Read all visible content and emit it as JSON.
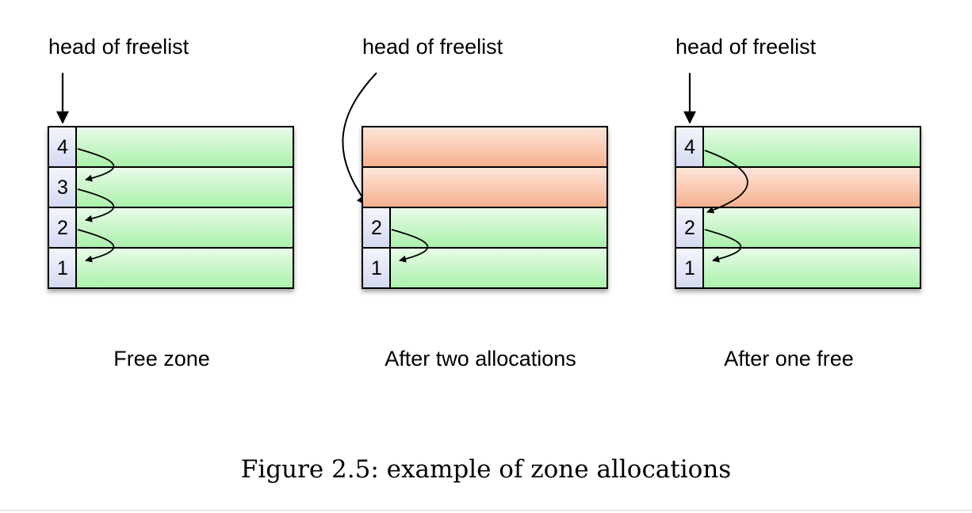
{
  "colors": {
    "free_slot": "#b9f4b9",
    "allocated_slot": "#f7b99a",
    "index_cell": "#dde2f4",
    "stroke": "#000000"
  },
  "panels": [
    {
      "head_label": "head of freelist",
      "zone_label": "Free zone",
      "slots": [
        {
          "state": "free",
          "index": "4"
        },
        {
          "state": "free",
          "index": "3"
        },
        {
          "state": "free",
          "index": "2"
        },
        {
          "state": "free",
          "index": "1"
        }
      ]
    },
    {
      "head_label": "head of freelist",
      "zone_label": "After two allocations",
      "slots": [
        {
          "state": "allocated",
          "index": ""
        },
        {
          "state": "allocated",
          "index": ""
        },
        {
          "state": "free",
          "index": "2"
        },
        {
          "state": "free",
          "index": "1"
        }
      ]
    },
    {
      "head_label": "head of freelist",
      "zone_label": "After one free",
      "slots": [
        {
          "state": "free",
          "index": "4"
        },
        {
          "state": "allocated",
          "index": ""
        },
        {
          "state": "free",
          "index": "2"
        },
        {
          "state": "free",
          "index": "1"
        }
      ]
    }
  ],
  "caption": "Figure 2.5: example of zone allocations"
}
